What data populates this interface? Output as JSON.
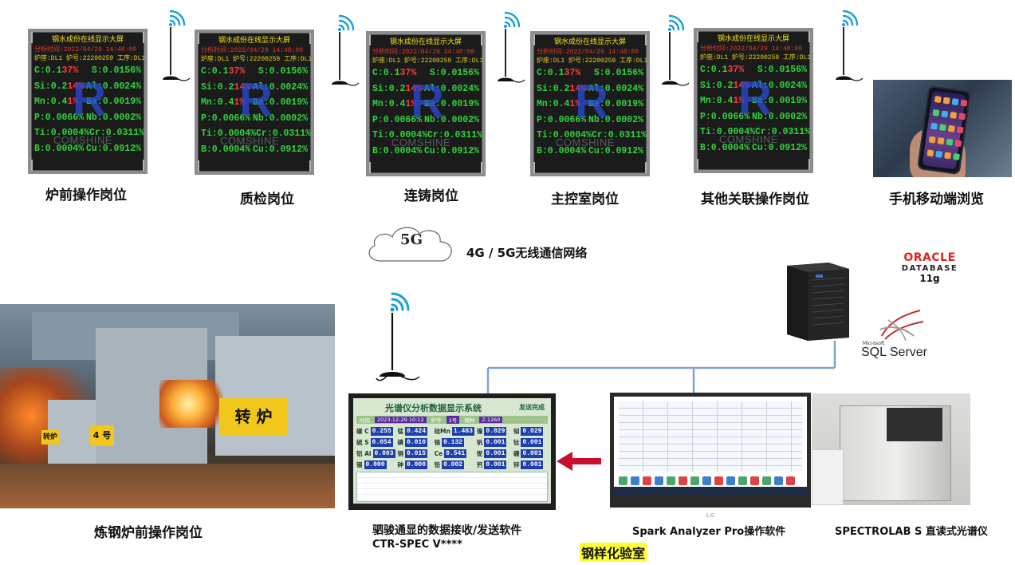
{
  "led_display": {
    "title": "钢水成份在线显示大屏",
    "time": "分析时间:2022/04/29 14:48:00",
    "furnace": "炉座:DL1  炉号:22200259  工序:DL1",
    "rows": [
      {
        "l": "C:0.1",
        "lv": "37%",
        "r": "S:0.0156%"
      },
      {
        "l": "Si:0.2",
        "lv": "14%",
        "r": "Al:0.0024%"
      },
      {
        "l": "Mn:0.4",
        "lv": "1%",
        "r": "Ba:0.0019%"
      },
      {
        "l": "P:0.0066%",
        "lv": "",
        "r": "Nb:0.0002%"
      },
      {
        "l": "Ti:0.0004%",
        "lv": "",
        "r": "Cr:0.0311%"
      },
      {
        "l": "B:0.0004%",
        "lv": "",
        "r": "Cu:0.0912%"
      }
    ],
    "logo_letter": "R",
    "watermark": "COMSHINE"
  },
  "stations": [
    {
      "label": "炉前操作岗位"
    },
    {
      "label": "质检岗位"
    },
    {
      "label": "连铸岗位"
    },
    {
      "label": "主控室岗位"
    },
    {
      "label": "其他关联操作岗位"
    },
    {
      "label": "手机移动端浏览"
    }
  ],
  "network": {
    "cloud_text": "5G",
    "label": "4G / 5G无线通信网络"
  },
  "plant": {
    "label": "炼钢炉前操作岗位",
    "sign_main": "转 炉",
    "sign_4": "4 号",
    "sign_side": "转炉"
  },
  "ctr_spec": {
    "screen_title": "光谱仪分析数据显示系统",
    "screen_status": "发送完成",
    "bar_items": [
      "时间",
      "2023-12-29 10:12",
      "炉号",
      "2号",
      "钢种",
      "Z-1260"
    ],
    "cells": [
      {
        "el": "碳 C",
        "v": "0.255"
      },
      {
        "el": "锰",
        "v": "0.424"
      },
      {
        "el": "硅Mn",
        "v": "1.483"
      },
      {
        "el": "镍",
        "v": "0.029"
      },
      {
        "el": "钼",
        "v": "0.029"
      },
      {
        "el": "硫 S",
        "v": "0.054"
      },
      {
        "el": "磷",
        "v": "0.010"
      },
      {
        "el": "铬",
        "v": "0.132"
      },
      {
        "el": "钒",
        "v": "0.001"
      },
      {
        "el": "钛",
        "v": "0.001"
      },
      {
        "el": "铝 Al",
        "v": "0.003"
      },
      {
        "el": "铜",
        "v": "0.015"
      },
      {
        "el": "Ce",
        "v": "0.541"
      },
      {
        "el": "铌",
        "v": "0.001"
      },
      {
        "el": "硼",
        "v": "0.001"
      },
      {
        "el": "锡",
        "v": "0.000"
      },
      {
        "el": "砷",
        "v": "0.000"
      },
      {
        "el": "铅",
        "v": "0.002"
      },
      {
        "el": "钙",
        "v": "0.001"
      },
      {
        "el": "锌",
        "v": "0.001"
      }
    ],
    "label_line1": "驷骏通显的数据接收/发送软件",
    "label_line2": "CTR-SPEC V****"
  },
  "spark": {
    "label": "Spark Analyzer Pro操作软件",
    "monitor_brand": "LG"
  },
  "spectrolab": {
    "label": "SPECTROLAB S 直读式光谱仪"
  },
  "lab": {
    "label": "钢样化验室"
  },
  "databases": {
    "oracle_1": "ORACLE",
    "oracle_2": "DATABASE",
    "oracle_3": "11g",
    "ms": "Microsoft",
    "sql": "SQL Server"
  },
  "colors": {
    "connector": "#7aa6cf",
    "arrow": "#c8102e",
    "highlight": "#ffff33"
  }
}
